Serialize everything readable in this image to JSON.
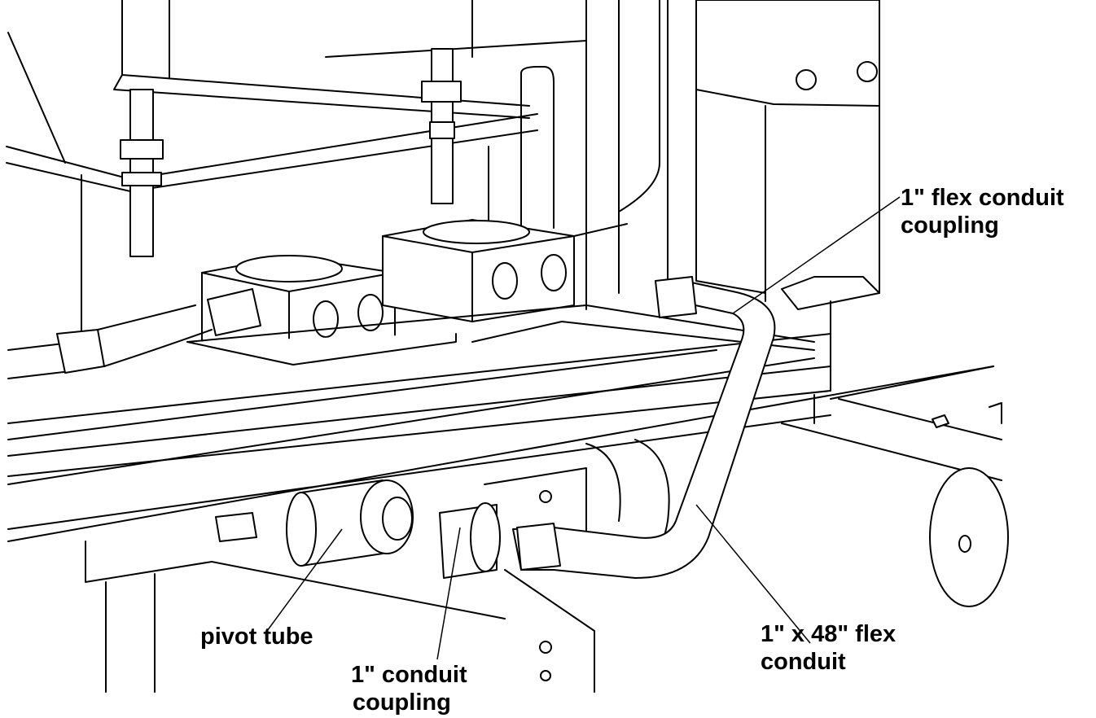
{
  "labels": {
    "flex_coupling": {
      "line1": "1\" flex conduit",
      "line2": "coupling"
    },
    "flex_conduit": {
      "line1": "1\" x 48\" flex",
      "line2": "conduit"
    },
    "pivot_tube": {
      "line1": "pivot tube"
    },
    "conduit_coupling": {
      "line1": "1\" conduit",
      "line2": "coupling"
    }
  }
}
